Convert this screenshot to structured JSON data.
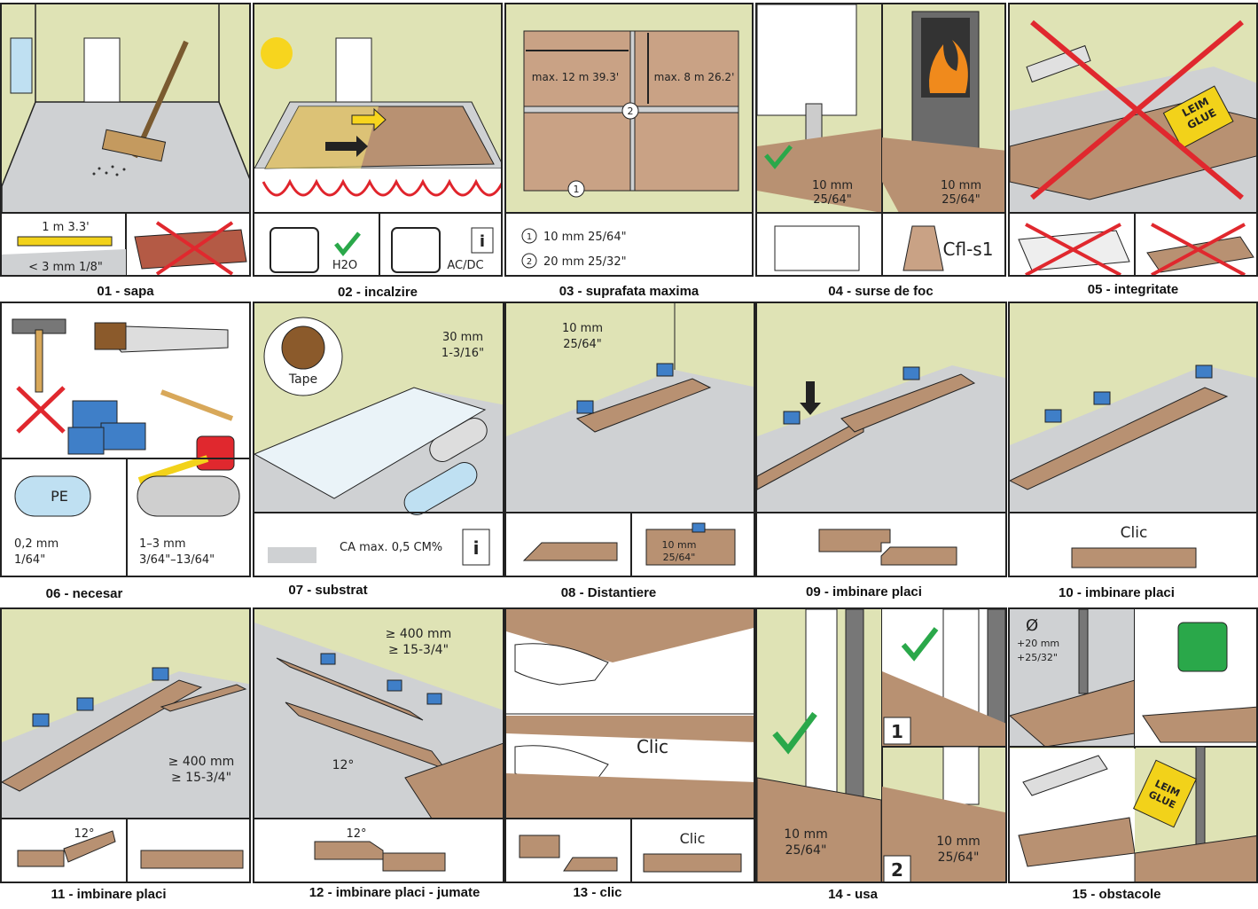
{
  "captions": [
    "01 - sapa",
    "02 - incalzire",
    "03 - suprafata maxima",
    "04 - surse de foc",
    "05 - integritate",
    "06 - necesar",
    "07 - substrat",
    "08 - Distantiere",
    "09  - imbinare placi",
    "10 - imbinare placi",
    "11 - imbinare placi",
    "12 - imbinare placi - jumate",
    "13 - clic",
    "14 -  usa",
    "15 - obstacole"
  ],
  "p01": {
    "level": "1 m  3.3'",
    "tolerance": "< 3 mm  1/8\""
  },
  "p02": {
    "h2o": "H2O",
    "acdc": "AC/DC"
  },
  "p03": {
    "len_max": "max. 12 m  39.3'",
    "wid_max": "max. 8 m  26.2'",
    "n1": "1",
    "n2": "2",
    "gap1": "10 mm  25/64\"",
    "gap2": "20 mm  25/32\""
  },
  "p04": {
    "gap_a1": "10 mm",
    "gap_a2": "25/64\"",
    "gap_b1": "10 mm",
    "gap_b2": "25/64\"",
    "fire_class": "Cfl-s1"
  },
  "p05": {
    "glue1": "LEIM",
    "glue2": "GLUE"
  },
  "p06": {
    "pe": "PE",
    "pe_thick1": "0,2 mm",
    "pe_thick2": "1/64\"",
    "ul_thick1": "1–3 mm",
    "ul_thick2": "3/64\"–13/64\""
  },
  "p07": {
    "tape": "Tape",
    "overlap1": "30 mm",
    "overlap2": "1-3/16\"",
    "ca_max": "CA max. 0,5 CM%"
  },
  "p08": {
    "gap1": "10 mm",
    "gap2": "25/64\"",
    "gap3": "10 mm",
    "gap4": "25/64\""
  },
  "p10": {
    "clic": "Clic"
  },
  "p11": {
    "angle": "12°",
    "dist1": "≥ 400 mm",
    "dist2": "≥ 15-3/4\""
  },
  "p12": {
    "dist1": "≥ 400 mm",
    "dist2": "≥ 15-3/4\"",
    "angle1": "12°",
    "angle2": "12°"
  },
  "p13": {
    "clic_big": "Clic",
    "clic_small": "Clic"
  },
  "p14": {
    "n1": "1",
    "n2": "2",
    "gap_a1": "10 mm",
    "gap_a2": "25/64\"",
    "gap_b1": "10 mm",
    "gap_b2": "25/64\""
  },
  "p15": {
    "dia": "Ø",
    "plus1": "+20 mm",
    "plus2": "+25/32\"",
    "glue1": "LEIM",
    "glue2": "GLUE"
  },
  "colors": {
    "wall": "#dfe3b5",
    "floor": "#cfd1d3",
    "board": "#b89172",
    "outline": "#222222",
    "check": "#2aa84a",
    "cross": "#e0282e",
    "spacer": "#3f7fc8",
    "heat": "#e0242c"
  }
}
